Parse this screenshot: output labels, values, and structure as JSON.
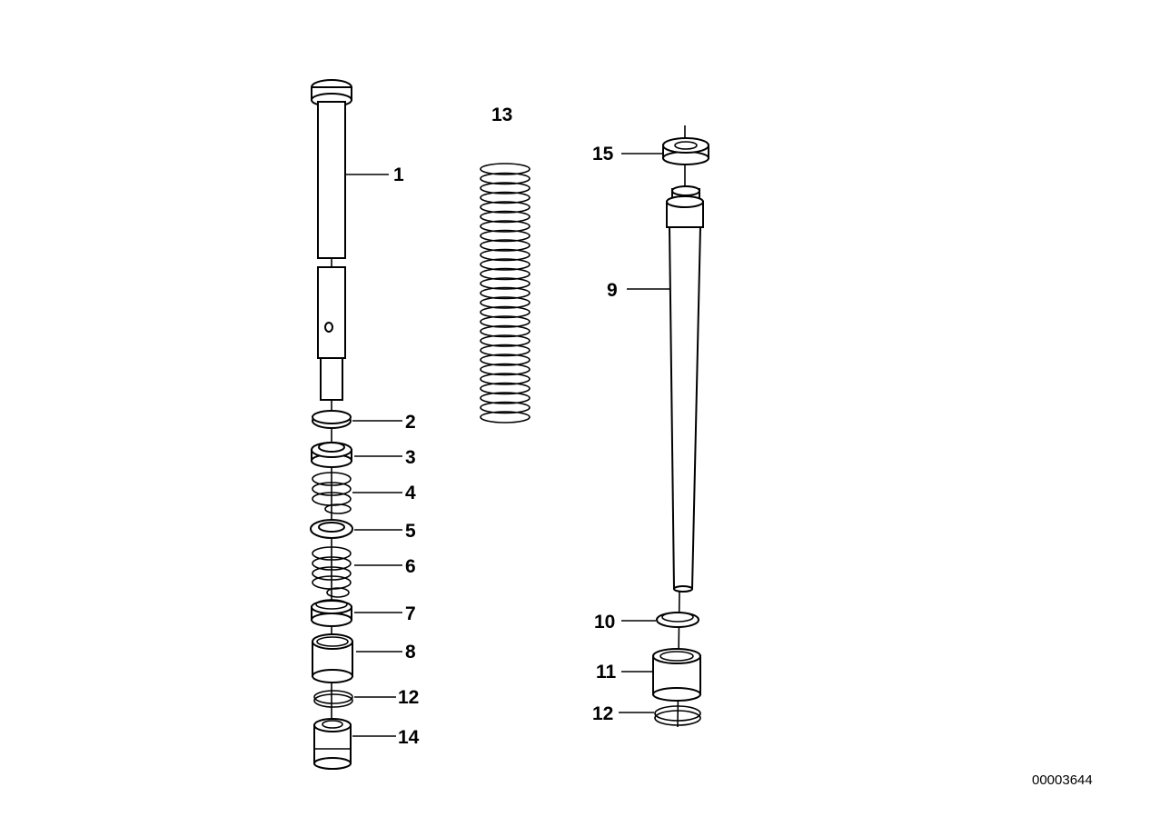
{
  "diagram": {
    "callouts": [
      "1",
      "2",
      "3",
      "4",
      "5",
      "6",
      "7",
      "8",
      "12",
      "14",
      "13",
      "15",
      "9",
      "10",
      "11",
      "12"
    ],
    "code": "00003644"
  }
}
